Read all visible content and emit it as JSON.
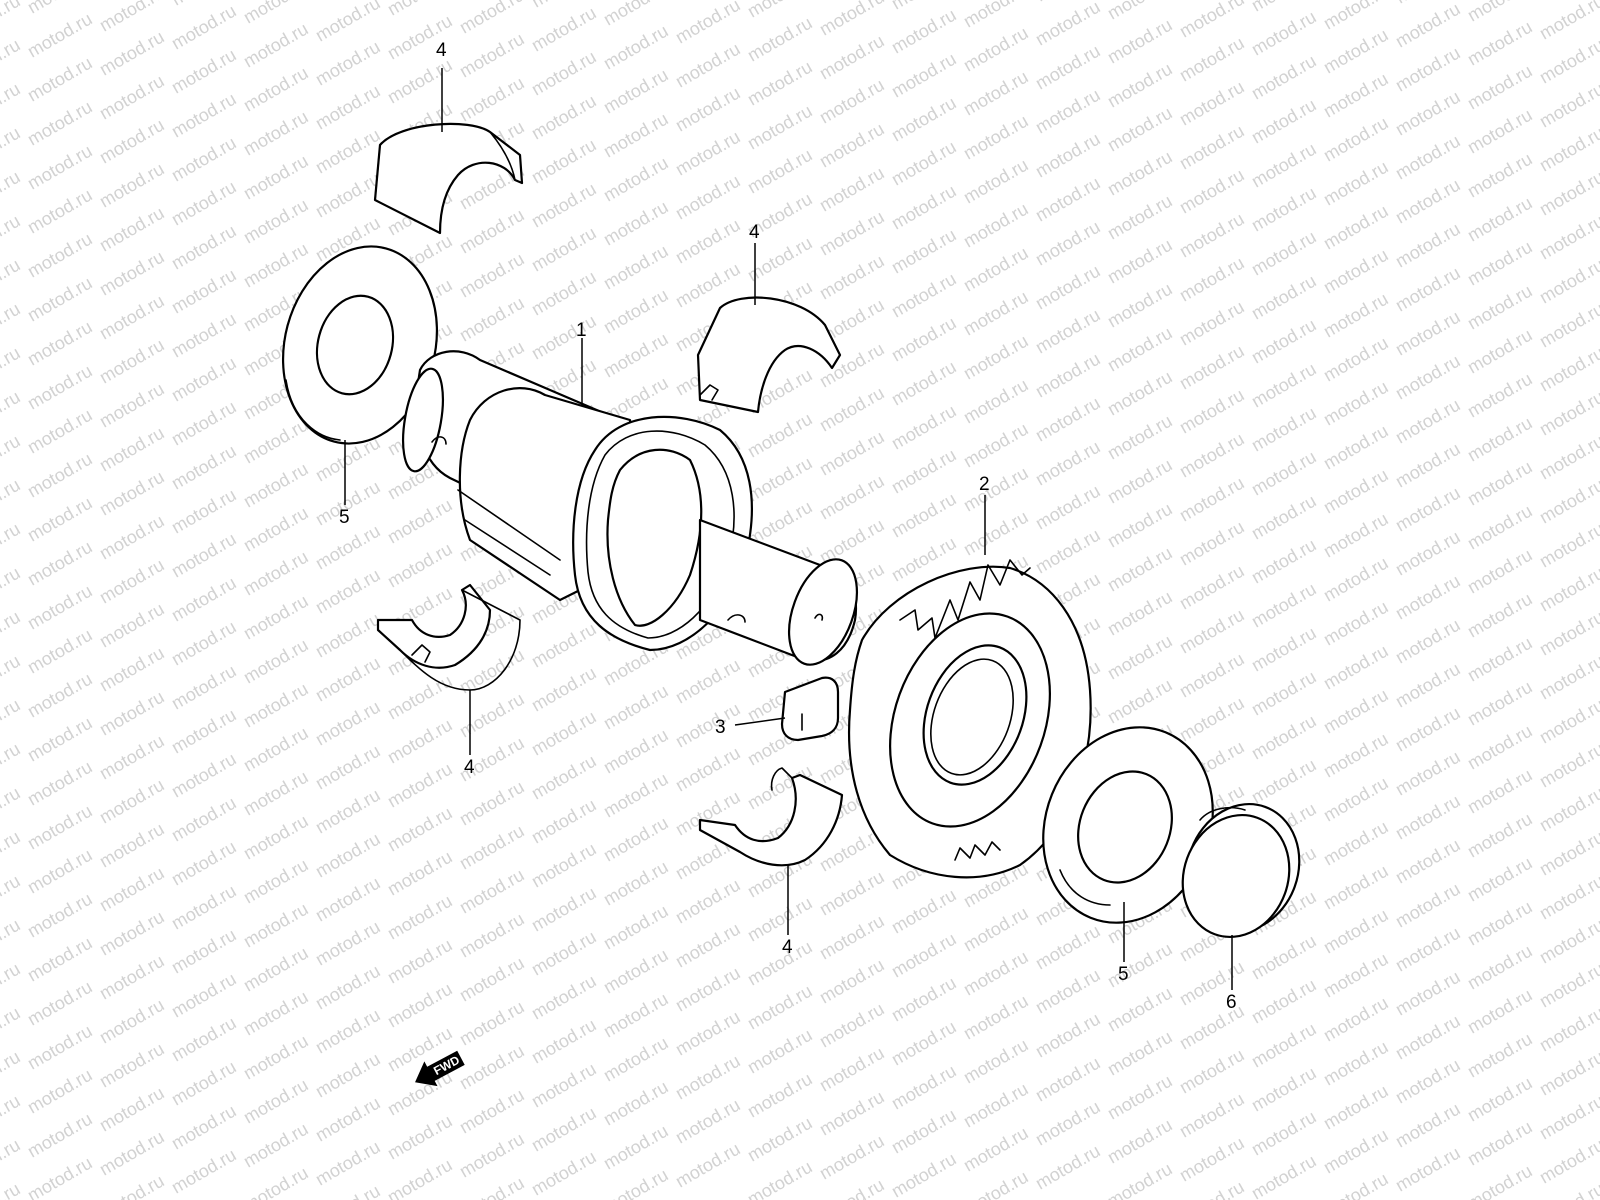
{
  "watermark": {
    "text": "motod.ru",
    "color": "#d2d2d2"
  },
  "fwd_arrow": {
    "label": "FWD"
  },
  "callouts": [
    {
      "id": "label-4-top-left",
      "text": "4"
    },
    {
      "id": "label-4-top-right",
      "text": "4"
    },
    {
      "id": "label-1",
      "text": "1"
    },
    {
      "id": "label-5-left",
      "text": "5"
    },
    {
      "id": "label-2",
      "text": "2"
    },
    {
      "id": "label-3",
      "text": "3"
    },
    {
      "id": "label-4-bottom-left",
      "text": "4"
    },
    {
      "id": "label-4-bottom-right",
      "text": "4"
    },
    {
      "id": "label-5-right",
      "text": "5"
    },
    {
      "id": "label-6",
      "text": "6"
    }
  ]
}
